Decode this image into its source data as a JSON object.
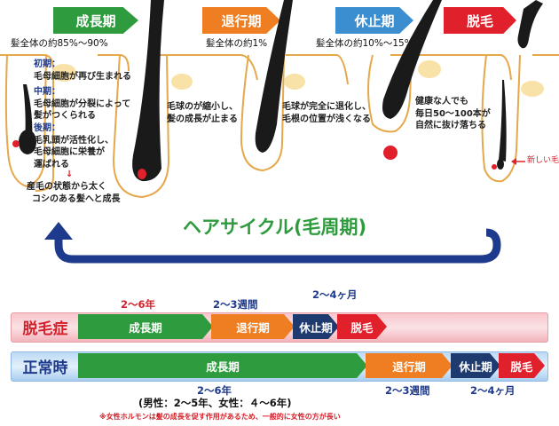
{
  "stages": [
    {
      "label": "成長期",
      "color": "#2e9b3e",
      "pct": "髪全体の約85%〜90%"
    },
    {
      "label": "退行期",
      "color": "#ef7d22",
      "pct": "髪全体の約1%"
    },
    {
      "label": "休止期",
      "color": "#3b8fd0",
      "pct": "髪全体の約10%〜15%"
    },
    {
      "label": "脱毛",
      "color": "#e0202b",
      "pct": ""
    }
  ],
  "growth_notes": {
    "early_head": "初期：",
    "early_text": "毛母細胞が再び生まれる",
    "mid_head": "中期：",
    "mid_text_1": "毛母細胞が分裂によって",
    "mid_text_2": "髪がつくられる",
    "late_head": "後期：",
    "late_text_1": "毛乳頭が活性化し、",
    "late_text_2": "毛母細胞に栄養が",
    "late_text_3": "運ばれる",
    "arrow": "↓",
    "result_1": "産毛の状態から太く",
    "result_2": "コシのある髪へと成長"
  },
  "catagen_note": {
    "line1": "毛球のが縮小し、",
    "line2": "髪の成長が止まる"
  },
  "telogen_note": {
    "line1": "毛球が完全に退化し、",
    "line2": "毛根の位置が浅くなる"
  },
  "shedding_note": {
    "line1": "健康な人でも",
    "line2": "毎日50〜100本が",
    "line3": "自然に抜け落ちる"
  },
  "new_hair_label": "新しい毛髪",
  "cycle_title": "ヘアサイクル(毛周期)",
  "bars": {
    "alopecia": {
      "label": "脱毛症",
      "dur_growth": "2〜6年",
      "dur_catagen": "2〜3週間",
      "dur_telogen": "2〜4ヶ月",
      "seg_growth": "成長期",
      "seg_catagen": "退行期",
      "seg_telogen": "休止期",
      "seg_shed": "脱毛"
    },
    "normal": {
      "label": "正常時",
      "seg_growth": "成長期",
      "seg_catagen": "退行期",
      "seg_telogen": "休止期",
      "seg_shed": "脱毛",
      "dur_growth": "2〜6年",
      "dur_growth_detail": "(男性：2〜5年、女性：４〜6年)",
      "dur_catagen": "2〜3週間",
      "dur_telogen": "2〜4ヶ月"
    }
  },
  "footnote": "※女性ホルモンは髪の成長を促す作用があるため、一般的に女性の方が長い"
}
